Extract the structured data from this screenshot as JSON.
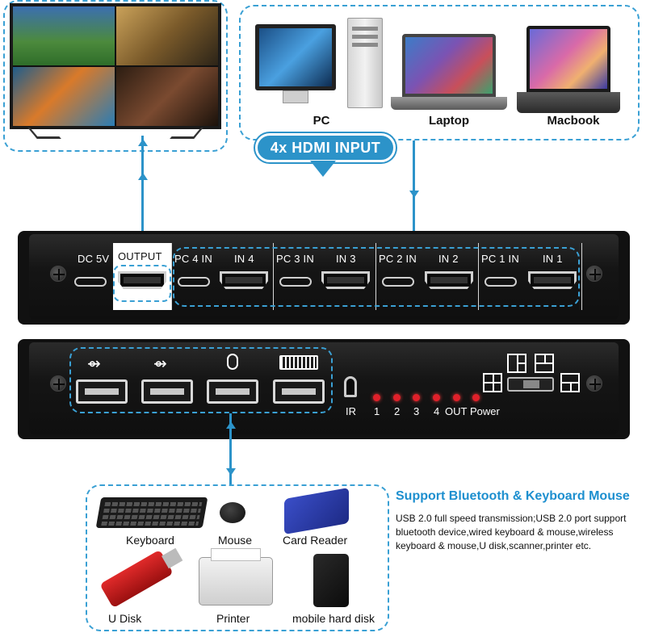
{
  "top": {
    "devices": {
      "pc": "PC",
      "laptop": "Laptop",
      "macbook": "Macbook"
    },
    "badge": "4x HDMI INPUT"
  },
  "rear_panel": {
    "dc_label": "DC 5V",
    "output_label": "OUTPUT",
    "groups": [
      {
        "pc_label": "PC 4 IN",
        "in_label": "IN 4"
      },
      {
        "pc_label": "PC 3 IN",
        "in_label": "IN 3"
      },
      {
        "pc_label": "PC 2 IN",
        "in_label": "IN 2"
      },
      {
        "pc_label": "PC 1 IN",
        "in_label": "IN 1"
      }
    ]
  },
  "front_panel": {
    "ir_label": "IR",
    "led_labels": [
      "1",
      "2",
      "3",
      "4",
      "OUT",
      "Power"
    ],
    "usb_icons": [
      "usb-icon",
      "usb-icon",
      "mouse-icon",
      "keyboard-icon"
    ],
    "led_color": "#e0202a"
  },
  "peripherals": {
    "title": "Support Bluetooth & Keyboard Mouse",
    "description": "USB 2.0 full speed transmission;USB 2.0 port support bluetooth device,wired keyboard & mouse,wireless keyboard & mouse,U disk,scanner,printer etc.",
    "items": {
      "keyboard": "Keyboard",
      "mouse": "Mouse",
      "card_reader": "Card Reader",
      "udisk": "U Disk",
      "printer": "Printer",
      "hdd": "mobile hard disk"
    }
  },
  "colors": {
    "accent": "#2c93c9",
    "title_blue": "#1d8fcf"
  }
}
